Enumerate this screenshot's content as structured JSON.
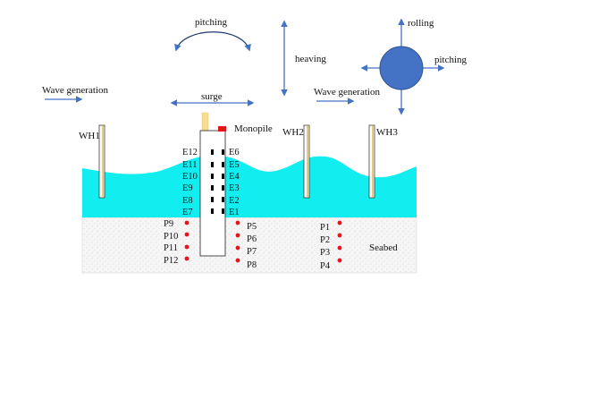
{
  "motion_labels": {
    "pitching_top": "pitching",
    "heaving": "heaving",
    "surge": "surge",
    "rolling": "rolling",
    "pitching_right": "pitching"
  },
  "wave_generation": {
    "left": "Wave generation",
    "right": "Wave generation"
  },
  "structure": {
    "monopile": "Monopile",
    "seabed": "Seabed"
  },
  "wave_gauges": [
    "WH1",
    "WH2",
    "WH3"
  ],
  "strain_gauges_left": [
    "E12",
    "E11",
    "E10",
    "E9",
    "E8",
    "E7"
  ],
  "strain_gauges_right": [
    "E6",
    "E5",
    "E4",
    "E3",
    "E2",
    "E1"
  ],
  "pressure_left": [
    "P9",
    "P10",
    "P11",
    "P12"
  ],
  "pressure_mid": [
    "P5",
    "P6",
    "P7",
    "P8"
  ],
  "pressure_right": [
    "P1",
    "P2",
    "P3",
    "P4"
  ],
  "colors": {
    "water": "#12eef0",
    "arrow": "#4472c4",
    "model_sphere": "#4472c4",
    "sensor_dot": "#e8141c",
    "gauge_fill": "#f2d27a",
    "seabed": "#f4f4f4"
  }
}
